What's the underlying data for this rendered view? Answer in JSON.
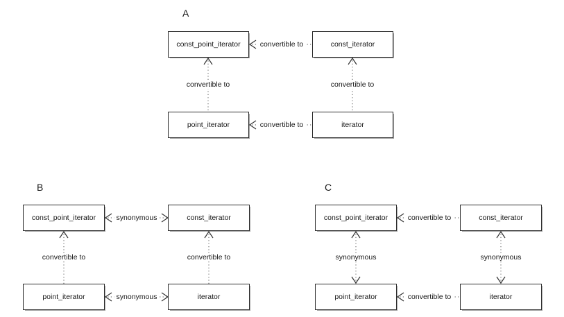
{
  "figure": {
    "type": "uml-class-relationship-diagram",
    "background_color": "#ffffff",
    "box_border_color": "#2b2b2b",
    "connector_color": "#555555",
    "text_color": "#161616"
  },
  "panels": [
    {
      "id": "A",
      "label": "A",
      "nodes": {
        "top_left": "const_point_iterator",
        "top_right": "const_iterator",
        "bottom_left": "point_iterator",
        "bottom_right": "iterator"
      },
      "connectors": {
        "top_horizontal": {
          "label": "convertible to",
          "direction": "left"
        },
        "bottom_horizontal": {
          "label": "convertible to",
          "direction": "left"
        },
        "left_vertical": {
          "label": "convertible to",
          "direction": "up"
        },
        "right_vertical": {
          "label": "convertible to",
          "direction": "up"
        }
      }
    },
    {
      "id": "B",
      "label": "B",
      "nodes": {
        "top_left": "const_point_iterator",
        "top_right": "const_iterator",
        "bottom_left": "point_iterator",
        "bottom_right": "iterator"
      },
      "connectors": {
        "top_horizontal": {
          "label": "synonymous",
          "direction": "both"
        },
        "bottom_horizontal": {
          "label": "synonymous",
          "direction": "both"
        },
        "left_vertical": {
          "label": "convertible to",
          "direction": "up"
        },
        "right_vertical": {
          "label": "convertible to",
          "direction": "up"
        }
      }
    },
    {
      "id": "C",
      "label": "C",
      "nodes": {
        "top_left": "const_point_iterator",
        "top_right": "const_iterator",
        "bottom_left": "point_iterator",
        "bottom_right": "iterator"
      },
      "connectors": {
        "top_horizontal": {
          "label": "convertible to",
          "direction": "left"
        },
        "bottom_horizontal": {
          "label": "convertible to",
          "direction": "left"
        },
        "left_vertical": {
          "label": "synonymous",
          "direction": "both"
        },
        "right_vertical": {
          "label": "synonymous",
          "direction": "both"
        }
      }
    }
  ]
}
